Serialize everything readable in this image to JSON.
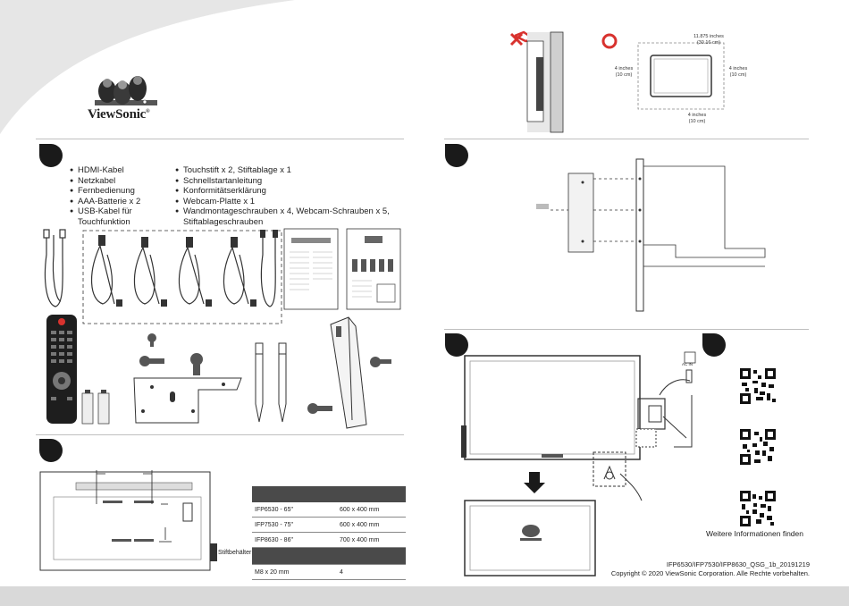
{
  "brand": {
    "name": "ViewSonic",
    "mark": "®"
  },
  "accessories": {
    "col1": [
      "HDMI-Kabel",
      "Netzkabel",
      "Fernbedienung",
      "AAA-Batterie x 2",
      "USB-Kabel für Touchfunktion"
    ],
    "col2": [
      "Touchstift x 2, Stiftablage x 1",
      "Schnellstartanleitung",
      "Konformitätserklärung",
      "Webcam-Platte x 1",
      "Wandmontageschrauben x 4, Webcam-Schrauben x 5, Stiftablageschrauben"
    ]
  },
  "wall_clearance": {
    "top": "11.875 inches",
    "top_cm": "(30.16 cm)",
    "left": "4 inches",
    "left_cm": "(10 cm)",
    "right": "4 inches",
    "right_cm": "(10 cm)",
    "bottom": "4 inches",
    "bottom_cm": "(10 cm)"
  },
  "vesa_table": {
    "rows": [
      {
        "model": "IFP6530 - 65\"",
        "vesa": "600 x 400 mm"
      },
      {
        "model": "IFP7530 - 75\"",
        "vesa": "600 x 400 mm"
      },
      {
        "model": "IFP8630 - 86\"",
        "vesa": "700 x 400 mm"
      }
    ],
    "screw": {
      "size": "M8 x 20 mm",
      "qty": "4"
    }
  },
  "pen_holder_label": "Stiftbehälter",
  "power_label": "AC IN",
  "more_info": "Weitere Informationen finden",
  "footer": {
    "doc_id": "IFP6530/IFP7530/IFP8630_QSG_1b_20191219",
    "copyright": "Copyright © 2020 ViewSonic Corporation. Alle Rechte vorbehalten."
  },
  "colors": {
    "dark": "#1a1a1a",
    "footer_bar": "#d9d9d9",
    "corner": "#e6e6e6",
    "cross": "#d8322e",
    "circle": "#d8322e"
  }
}
